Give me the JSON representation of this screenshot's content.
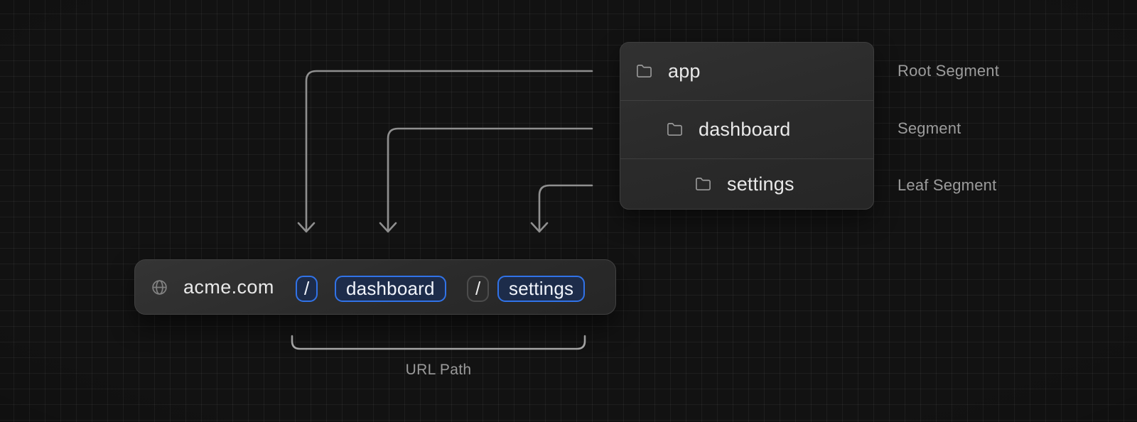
{
  "diagram": {
    "file_tree": {
      "rows": [
        {
          "label": "app",
          "icon": "folder-icon",
          "annotation": "Root Segment"
        },
        {
          "label": "dashboard",
          "icon": "folder-icon",
          "annotation": "Segment"
        },
        {
          "label": "settings",
          "icon": "folder-icon",
          "annotation": "Leaf Segment"
        }
      ]
    },
    "url_bar": {
      "icon": "globe-icon",
      "domain": "acme.com",
      "segments": [
        {
          "text": "/",
          "style": "highlighted"
        },
        {
          "text": "dashboard",
          "style": "highlighted"
        },
        {
          "text": "/",
          "style": "muted"
        },
        {
          "text": "settings",
          "style": "highlighted"
        }
      ]
    },
    "bracket": {
      "label": "URL Path"
    },
    "colors": {
      "background": "#121212",
      "grid_line": "rgba(255,255,255,0.05)",
      "panel_bg": "#2b2b2b",
      "accent_blue": "#3173e8",
      "highlight_chip_bg": "#1d2c4a",
      "muted_border": "#4c4c4c",
      "arrow": "#8f8f8f",
      "annotation_text": "#9c9c9c",
      "primary_text": "#e9e9e9"
    }
  }
}
